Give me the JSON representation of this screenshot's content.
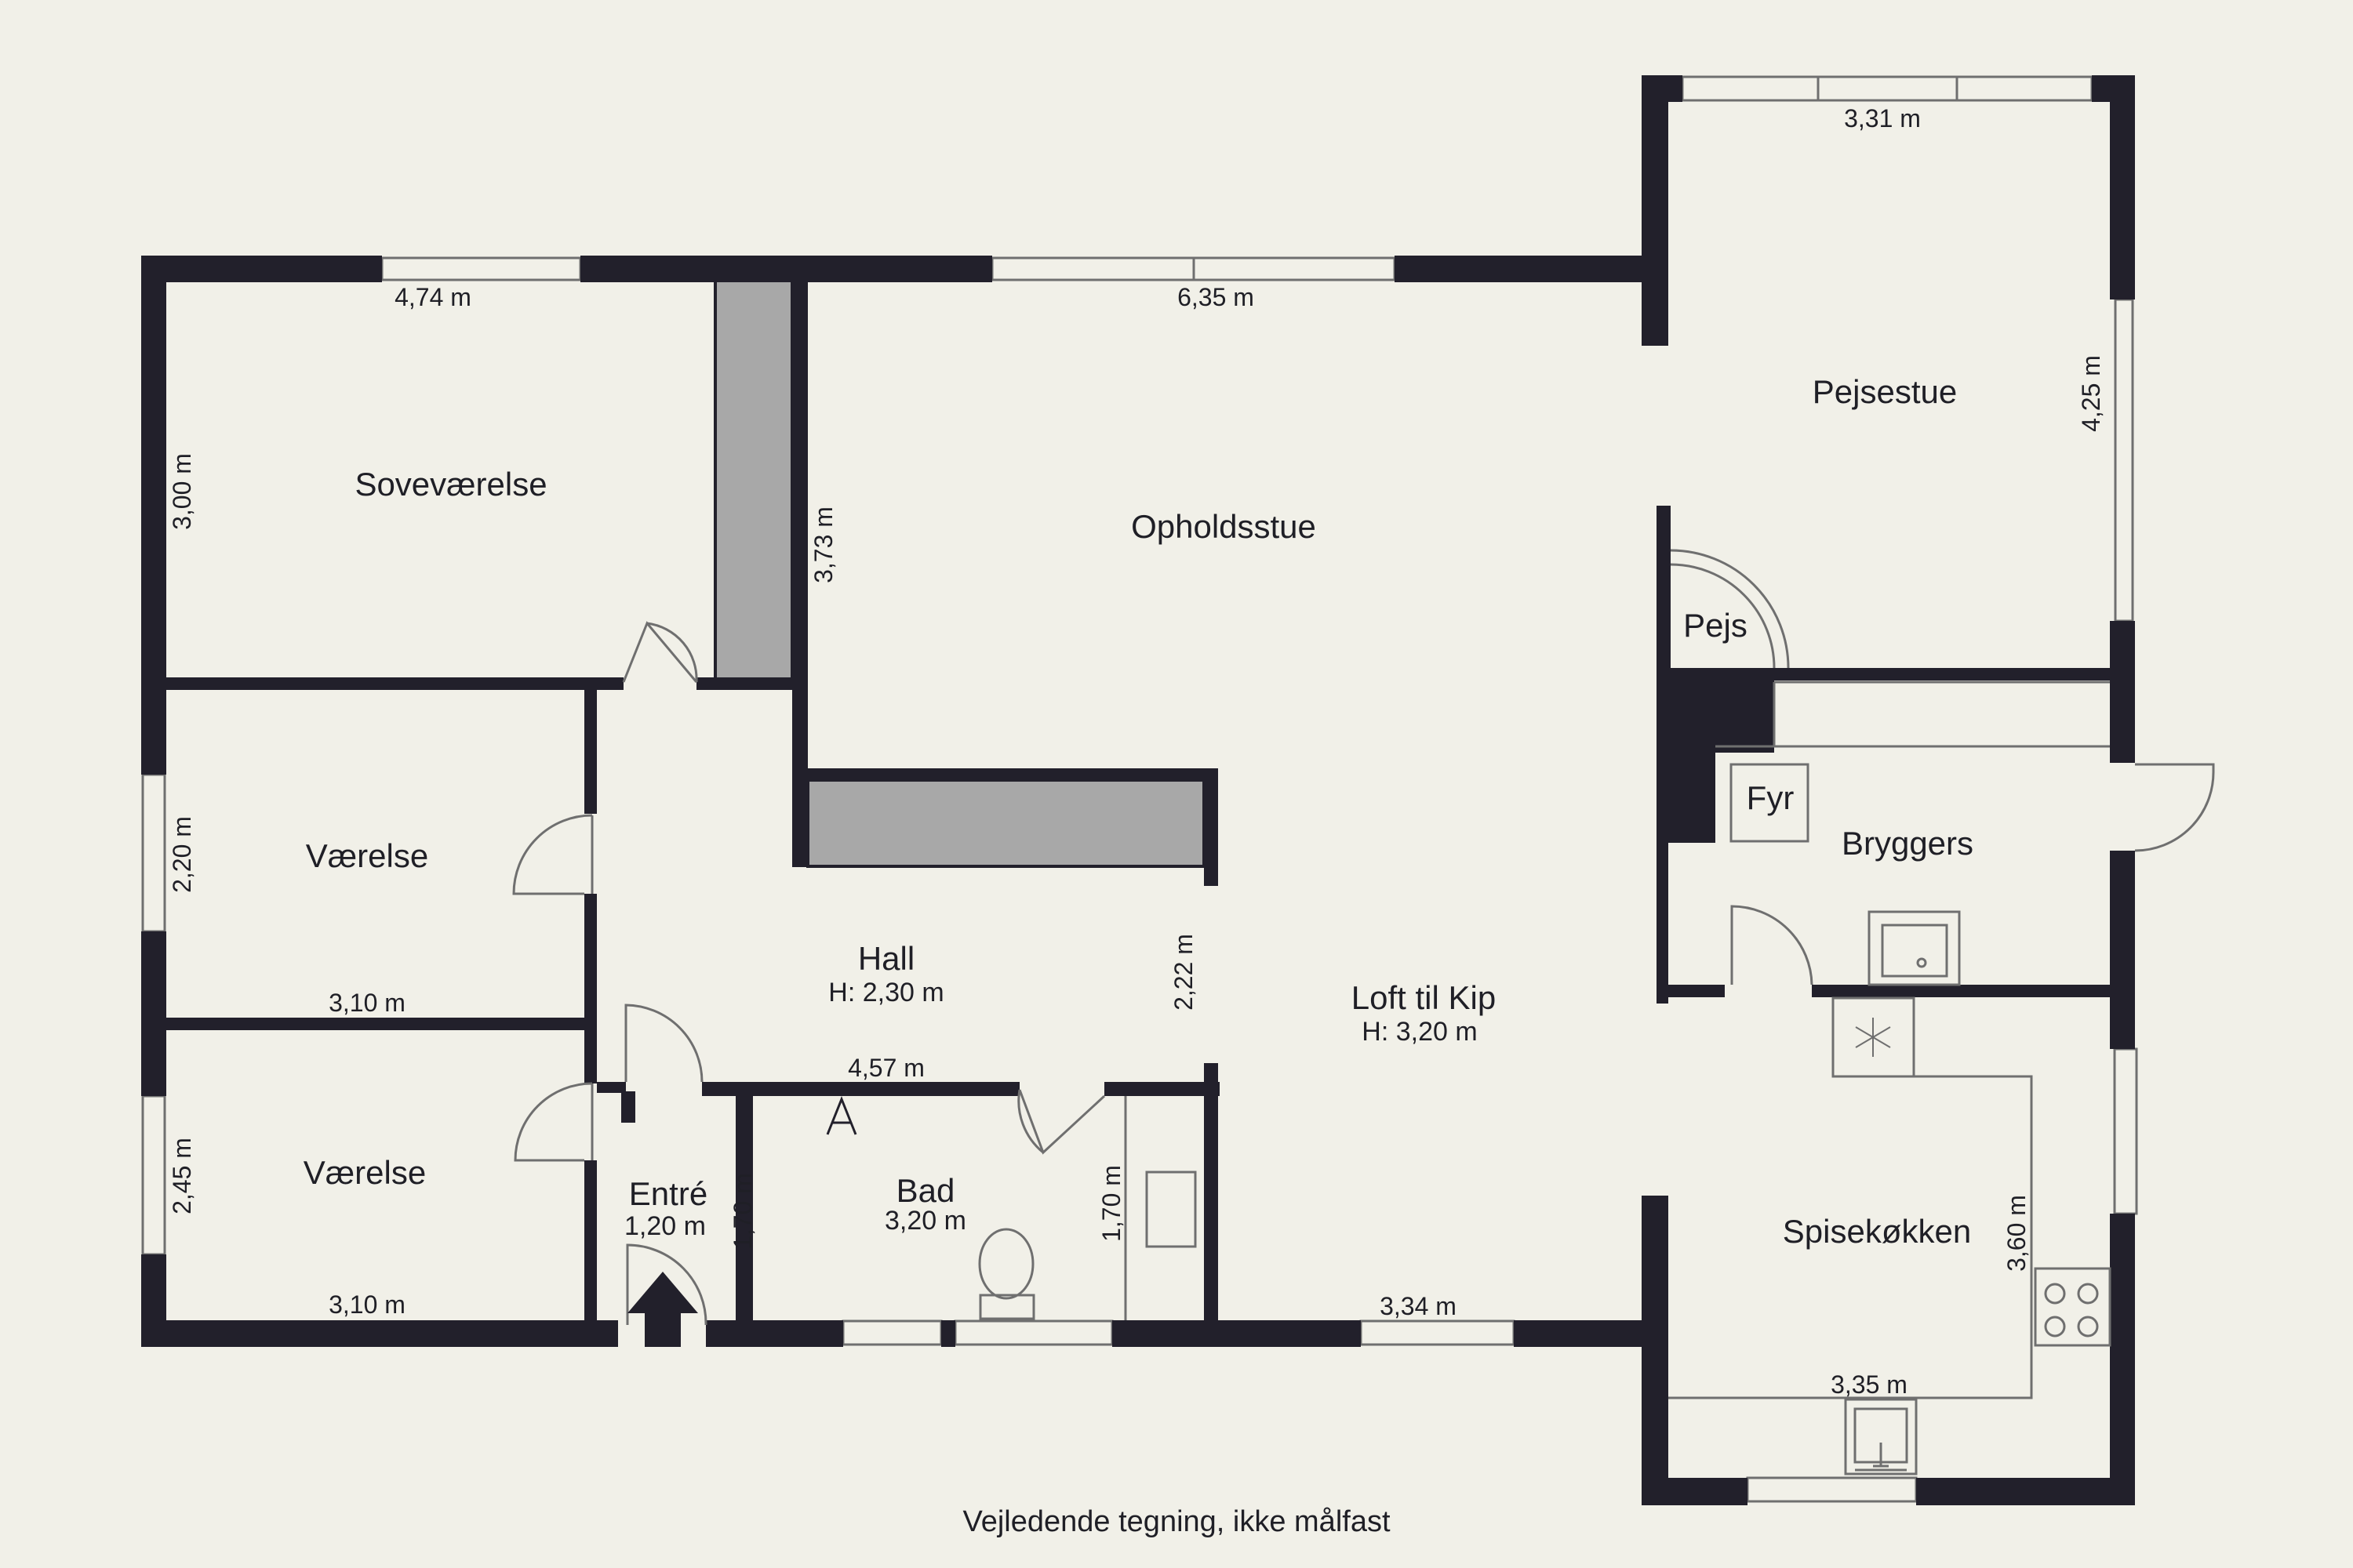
{
  "rooms": {
    "sovevaerelse": "Soveværelse",
    "opholdsstue": "Opholdsstue",
    "pejsestue": "Pejsestue",
    "pejs": "Pejs",
    "vaerelse1": "Værelse",
    "vaerelse2": "Værelse",
    "fyr": "Fyr",
    "bryggers": "Bryggers",
    "hall": "Hall",
    "hall_height": "H: 2,30 m",
    "loft": "Loft til Kip",
    "loft_height": "H: 3,20 m",
    "entre": "Entré",
    "entre_size": "1,20 m",
    "bad": "Bad",
    "bad_size": "3,20 m",
    "spisekokken": "Spisekøkken"
  },
  "dimensions": {
    "pejsestue_top": "3,31 m",
    "sovevaerelse_top": "4,74 m",
    "opholdsstue_top": "6,35 m",
    "pejsestue_side": "4,25 m",
    "sovevaerelse_side": "3,00 m",
    "opholdsstue_side": "3,73 m",
    "vaerelse1_side": "2,20 m",
    "vaerelse1_bottom": "3,10 m",
    "hall_side": "2,22 m",
    "bad_top": "4,57 m",
    "vaerelse2_side": "2,45 m",
    "entre_side": "1,70 m",
    "bad_side": "1,70 m",
    "spisekokken_side": "3,60 m",
    "vaerelse2_bottom": "3,10 m",
    "loft_bottom": "3,34 m",
    "spisekokken_bottom": "3,35 m"
  },
  "footer": "Vejledende tegning, ikke målfast",
  "colors": {
    "background": "#f1f0e8",
    "wall": "#22202b",
    "column": "#a8a8a8",
    "line": "#6f6f6f"
  }
}
